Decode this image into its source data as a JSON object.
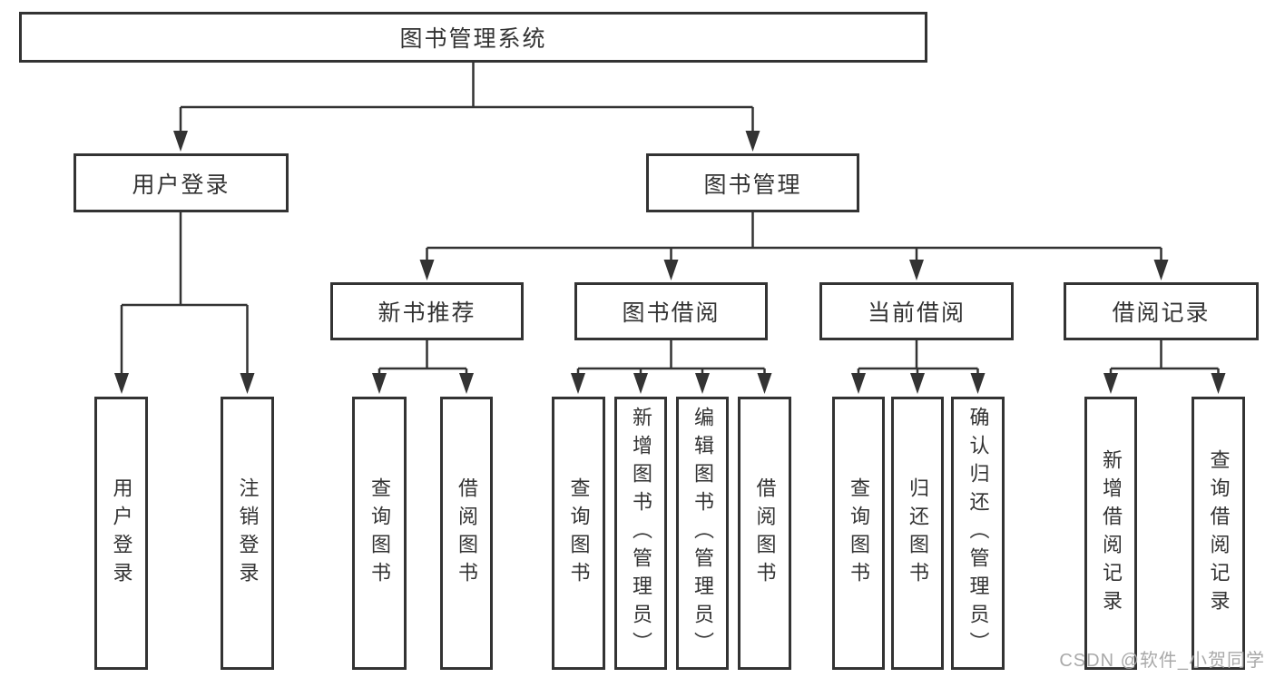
{
  "colors": {
    "line": "#333333",
    "ink": "#333333",
    "box_bg": "#ffffff",
    "watermark": "#a9a9a9"
  },
  "watermark": {
    "text": "CSDN @软件_小贺同学"
  },
  "tree": {
    "root": {
      "label": "图书管理系统",
      "children": [
        {
          "label": "用户登录",
          "children": [
            {
              "label": "用户登录"
            },
            {
              "label": "注销登录"
            }
          ]
        },
        {
          "label": "图书管理",
          "children": [
            {
              "label": "新书推荐",
              "children": [
                {
                  "label": "查询图书"
                },
                {
                  "label": "借阅图书"
                }
              ]
            },
            {
              "label": "图书借阅",
              "children": [
                {
                  "label": "查询图书"
                },
                {
                  "label": "新增图书（管理员）"
                },
                {
                  "label": "编辑图书（管理员）"
                },
                {
                  "label": "借阅图书"
                }
              ]
            },
            {
              "label": "当前借阅",
              "children": [
                {
                  "label": "查询图书"
                },
                {
                  "label": "归还图书"
                },
                {
                  "label": "确认归还（管理员）"
                }
              ]
            },
            {
              "label": "借阅记录",
              "children": [
                {
                  "label": "新增借阅记录"
                },
                {
                  "label": "查询借阅记录"
                }
              ]
            }
          ]
        }
      ]
    }
  }
}
